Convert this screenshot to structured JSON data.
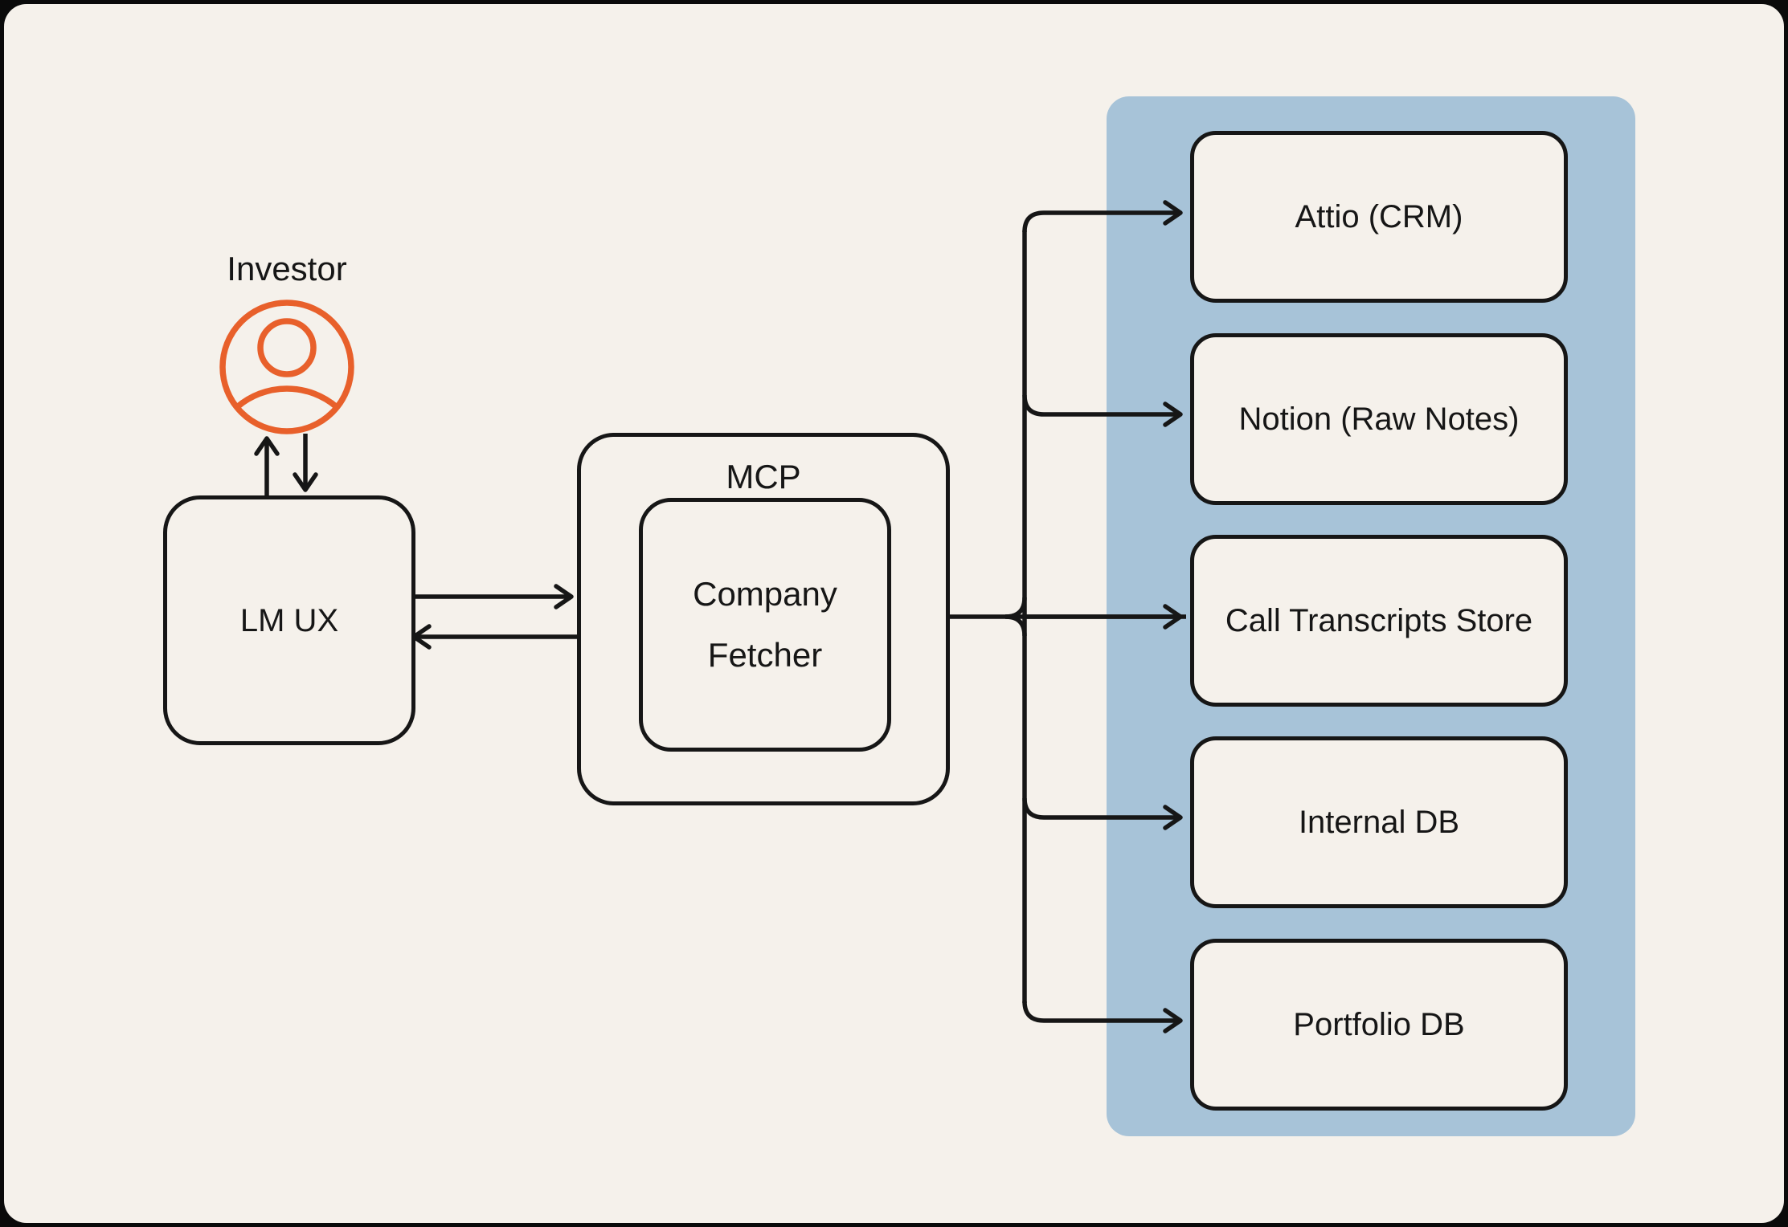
{
  "colors": {
    "frame": "#0a0a0a",
    "canvas_background": "#f5f1eb",
    "sources_panel": "#a7c3d8",
    "ink": "#161616",
    "actor_accent": "#e8602b"
  },
  "actor": {
    "label": "Investor",
    "icon": "user-icon"
  },
  "nodes": {
    "lm_ux": {
      "label": "LM UX"
    },
    "mcp": {
      "label": "MCP"
    },
    "company_fetcher": {
      "label": "Company Fetcher"
    }
  },
  "sources": {
    "items": [
      {
        "label": "Attio (CRM)"
      },
      {
        "label": "Notion (Raw Notes)"
      },
      {
        "label": "Call Transcripts Store"
      },
      {
        "label": "Internal DB"
      },
      {
        "label": "Portfolio DB"
      }
    ]
  },
  "edges": [
    {
      "from": "investor",
      "to": "lm_ux",
      "direction": "both"
    },
    {
      "from": "lm_ux",
      "to": "mcp",
      "direction": "both"
    },
    {
      "from": "sources_trunk",
      "to": "company_fetcher",
      "direction": "in"
    },
    {
      "from": "sources_trunk",
      "to": "attio_crm",
      "direction": "out"
    },
    {
      "from": "sources_trunk",
      "to": "notion_raw_notes",
      "direction": "out"
    },
    {
      "from": "sources_trunk",
      "to": "call_transcripts_store",
      "direction": "out"
    },
    {
      "from": "sources_trunk",
      "to": "internal_db",
      "direction": "out"
    },
    {
      "from": "sources_trunk",
      "to": "portfolio_db",
      "direction": "out"
    }
  ]
}
